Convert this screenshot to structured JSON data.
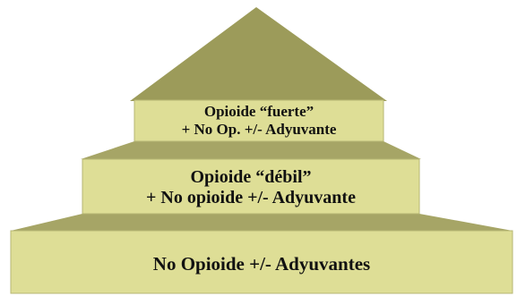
{
  "levels": [
    {
      "line1": "Opioide “fuerte”",
      "line2": "+ No Op. +/- Adyuvante"
    },
    {
      "line1": "Opioide  “débil”",
      "line2": "+ No opioide +/- Adyuvante"
    },
    {
      "line1": "No Opioide +/- Adyuvantes",
      "line2": ""
    }
  ],
  "colors": {
    "apex": "#9c9b5a",
    "band_face": "#dede96",
    "band_shadow": "#a6a566",
    "band_edge": "#b7b774"
  }
}
